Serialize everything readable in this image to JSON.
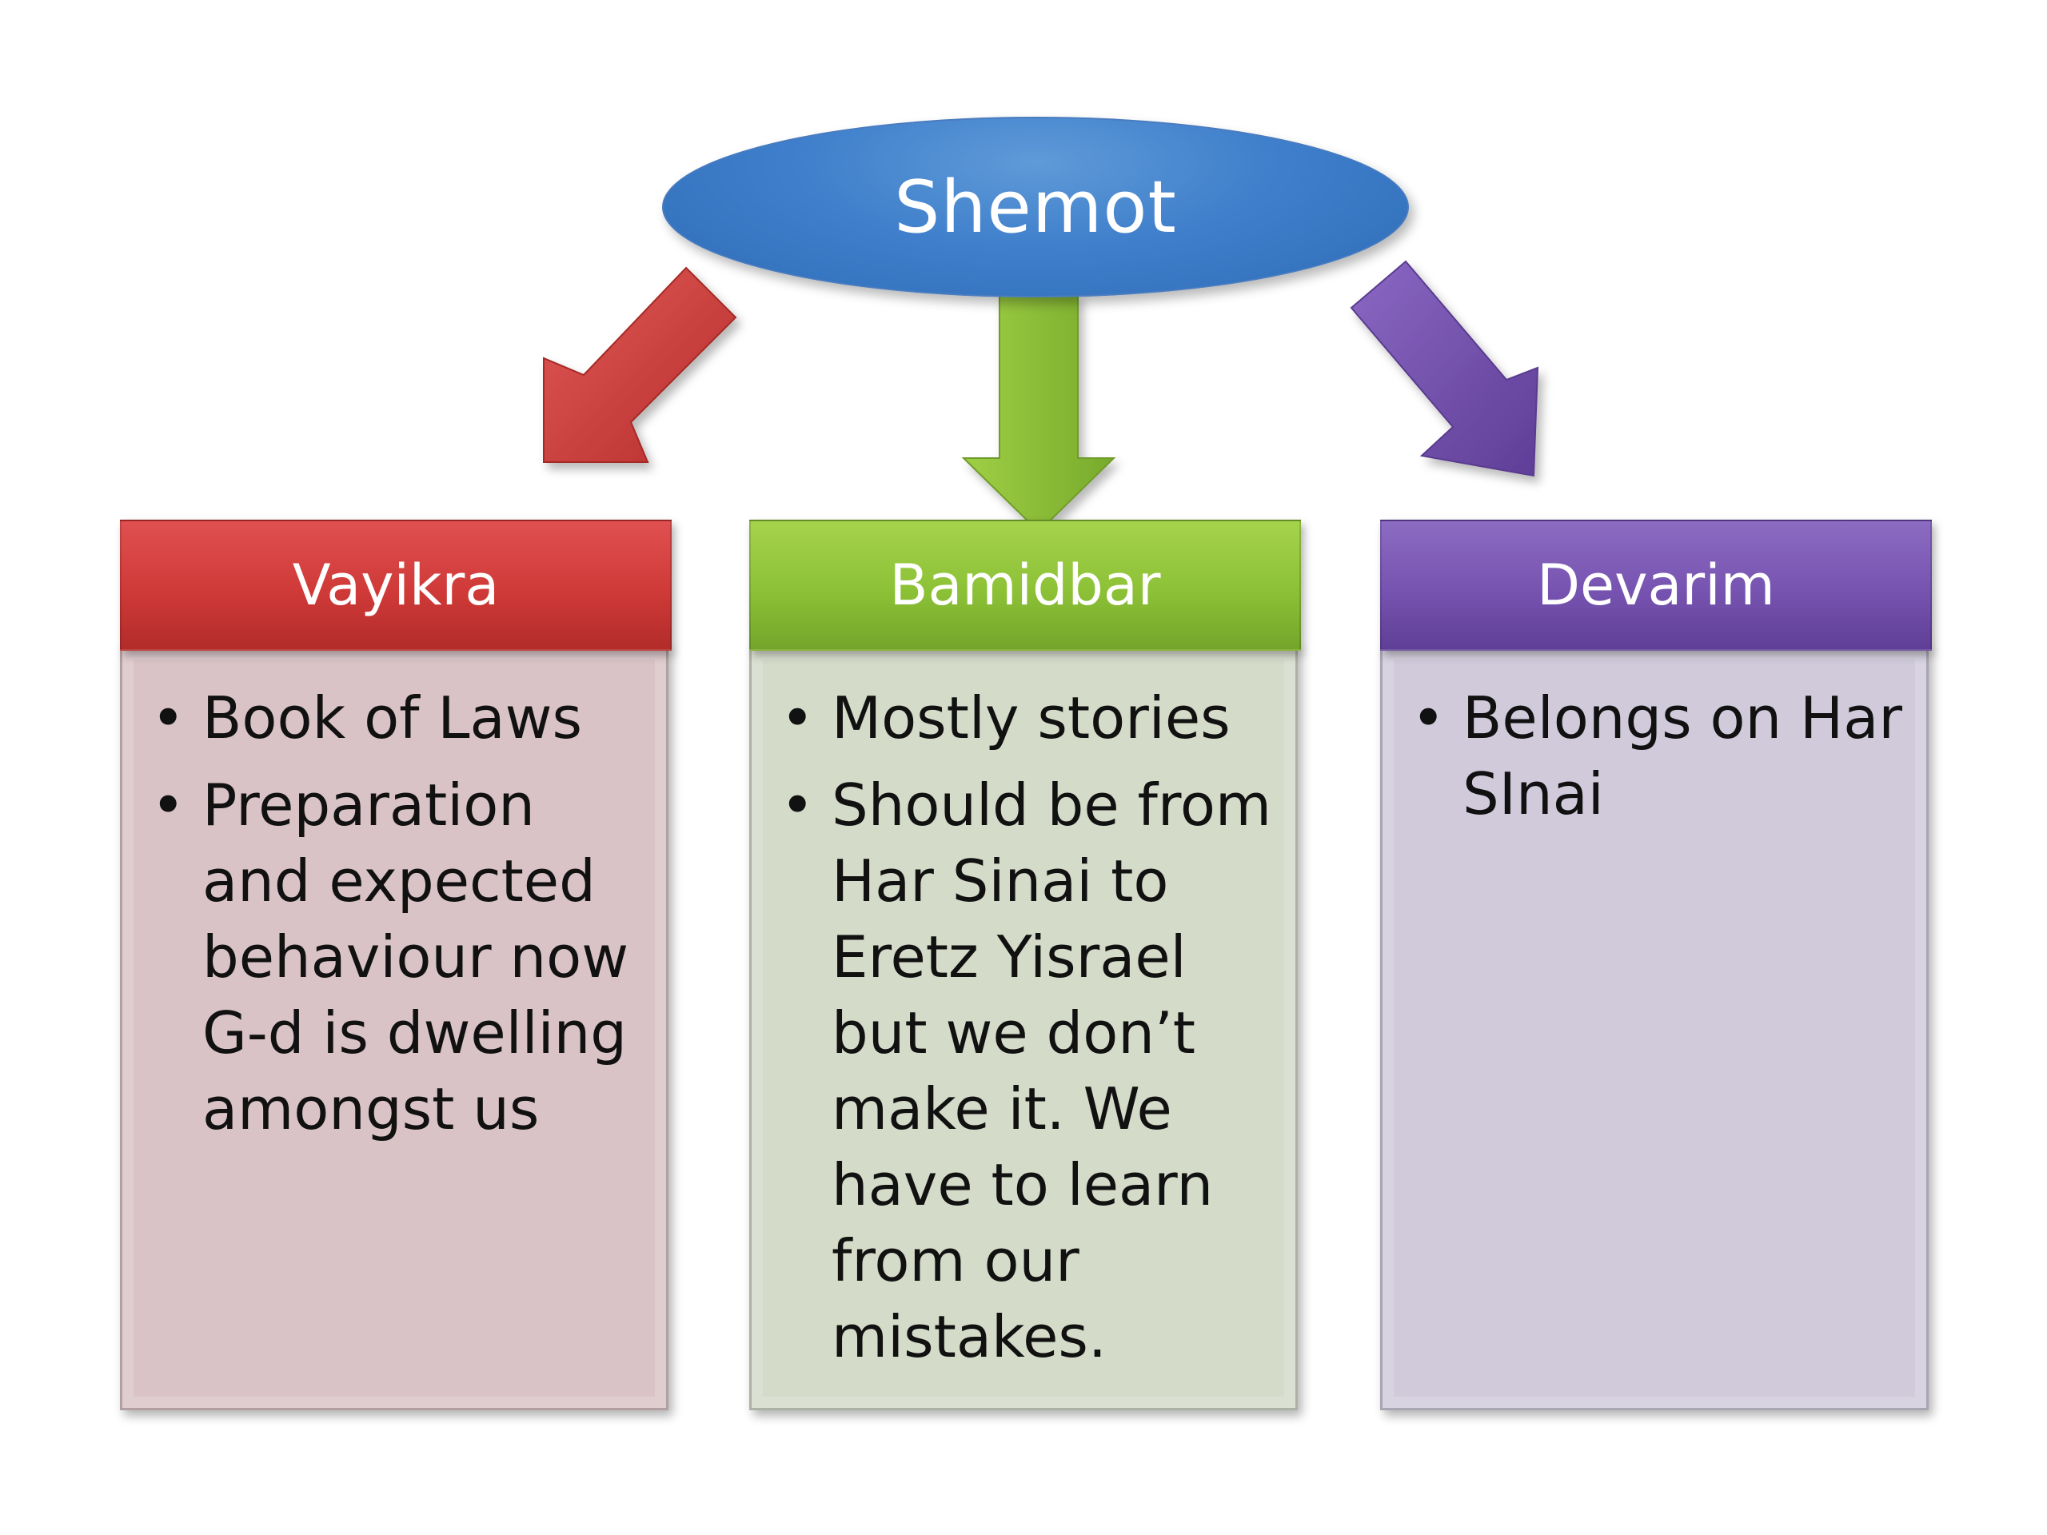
{
  "root": {
    "label": "Shemot",
    "color": "#3f7fcb"
  },
  "branches": [
    {
      "title": "Vayikra",
      "color": "#cf3a38",
      "items": [
        "Book of Laws",
        "Preparation and expected behaviour now G-d is dwelling amongst us"
      ]
    },
    {
      "title": "Bamidbar",
      "color": "#8cc136",
      "items": [
        "Mostly stories",
        "Should be from Har Sinai to Eretz Yisrael but we don’t make it. We have to learn from our mistakes."
      ]
    },
    {
      "title": "Devarim",
      "color": "#7653b0",
      "items": [
        "Belongs on Har SInai"
      ]
    }
  ]
}
